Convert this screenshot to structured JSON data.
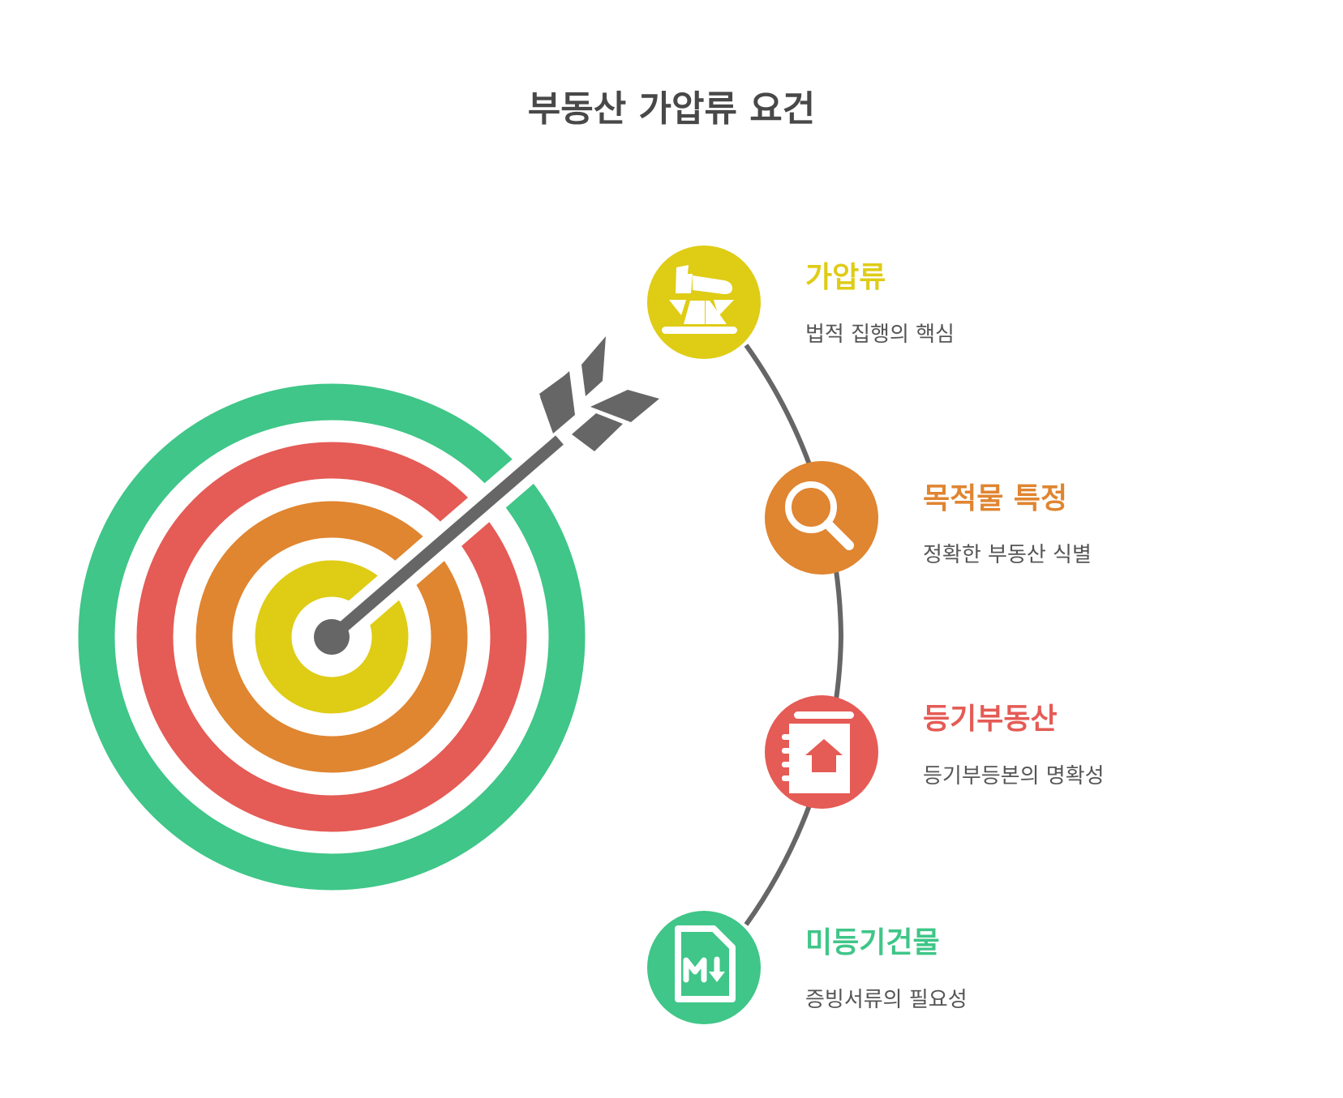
{
  "title": "부동산 가압류 요건",
  "colors": {
    "yellow": "#DFCC15",
    "orange": "#E08530",
    "red": "#E55B55",
    "green": "#3FC688",
    "arrow": "#666666",
    "text": "#555555",
    "title": "#484848"
  },
  "target": {
    "rings": [
      "green",
      "red",
      "orange",
      "yellow"
    ],
    "center_dot": "arrow"
  },
  "items": [
    {
      "title": "가압류",
      "description": "법적 집행의 핵심",
      "color": "#DFCC15",
      "icon": "gavel-icon"
    },
    {
      "title": "목적물 특정",
      "description": "정확한 부동산 식별",
      "color": "#E08530",
      "icon": "magnifier-icon"
    },
    {
      "title": "등기부동산",
      "description": "등기부등본의 명확성",
      "color": "#E55B55",
      "icon": "house-registry-book-icon"
    },
    {
      "title": "미등기건물",
      "description": "증빙서류의 필요성",
      "color": "#3FC688",
      "icon": "markdown-file-icon"
    }
  ]
}
